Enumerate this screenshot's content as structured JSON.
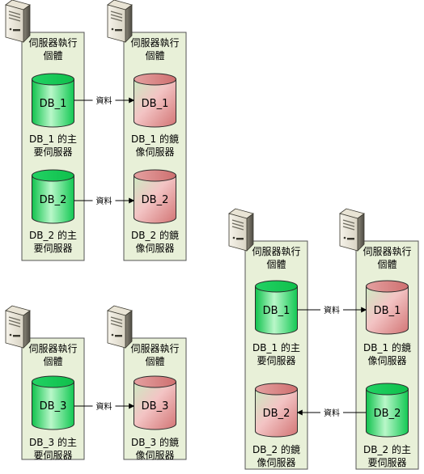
{
  "panels": [
    {
      "left": {
        "title_line1": "伺服器執行",
        "title_line2": "個體",
        "dbs": [
          {
            "name": "DB_1",
            "role": "principal",
            "caption_line1": "DB_1 的主",
            "caption_line2": "要伺服器"
          },
          {
            "name": "DB_2",
            "role": "principal",
            "caption_line1": "DB_2 的主",
            "caption_line2": "要伺服器"
          }
        ]
      },
      "right": {
        "title_line1": "伺服器執行",
        "title_line2": "個體",
        "dbs": [
          {
            "name": "DB_1",
            "role": "mirror",
            "caption_line1": "DB_1 的鏡",
            "caption_line2": "像伺服器"
          },
          {
            "name": "DB_2",
            "role": "mirror",
            "caption_line1": "DB_2 的鏡",
            "caption_line2": "像伺服器"
          }
        ]
      },
      "arrows": [
        {
          "label": "資料",
          "direction": "right"
        },
        {
          "label": "資料",
          "direction": "right"
        }
      ]
    },
    {
      "left": {
        "title_line1": "伺服器執行",
        "title_line2": "個體",
        "dbs": [
          {
            "name": "DB_3",
            "role": "principal",
            "caption_line1": "DB_3 的主",
            "caption_line2": "要伺服器"
          }
        ]
      },
      "right": {
        "title_line1": "伺服器執行",
        "title_line2": "個體",
        "dbs": [
          {
            "name": "DB_3",
            "role": "mirror",
            "caption_line1": "DB_3 的鏡",
            "caption_line2": "像伺服器"
          }
        ]
      },
      "arrows": [
        {
          "label": "資料",
          "direction": "right"
        }
      ]
    },
    {
      "left": {
        "title_line1": "伺服器執行",
        "title_line2": "個體",
        "dbs": [
          {
            "name": "DB_1",
            "role": "principal",
            "caption_line1": "DB_1 的主",
            "caption_line2": "要伺服器"
          },
          {
            "name": "DB_2",
            "role": "mirror",
            "caption_line1": "DB_2 的鏡",
            "caption_line2": "像伺服器"
          }
        ]
      },
      "right": {
        "title_line1": "伺服器執行",
        "title_line2": "個體",
        "dbs": [
          {
            "name": "DB_1",
            "role": "mirror",
            "caption_line1": "DB_1 的鏡",
            "caption_line2": "像伺服器"
          },
          {
            "name": "DB_2",
            "role": "principal",
            "caption_line1": "DB_2 的主",
            "caption_line2": "要伺服器"
          }
        ]
      },
      "arrows": [
        {
          "label": "資料",
          "direction": "right"
        },
        {
          "label": "資料",
          "direction": "left"
        }
      ]
    }
  ],
  "colors": {
    "panel_fill": "#e8f0d8",
    "panel_stroke": "#555555",
    "principal_light": "#b8f5c8",
    "principal_dark": "#10c850",
    "mirror_red_light": "#ffc8c8",
    "mirror_red": "#dc7878",
    "mirror_green": "#b8e8b0"
  }
}
